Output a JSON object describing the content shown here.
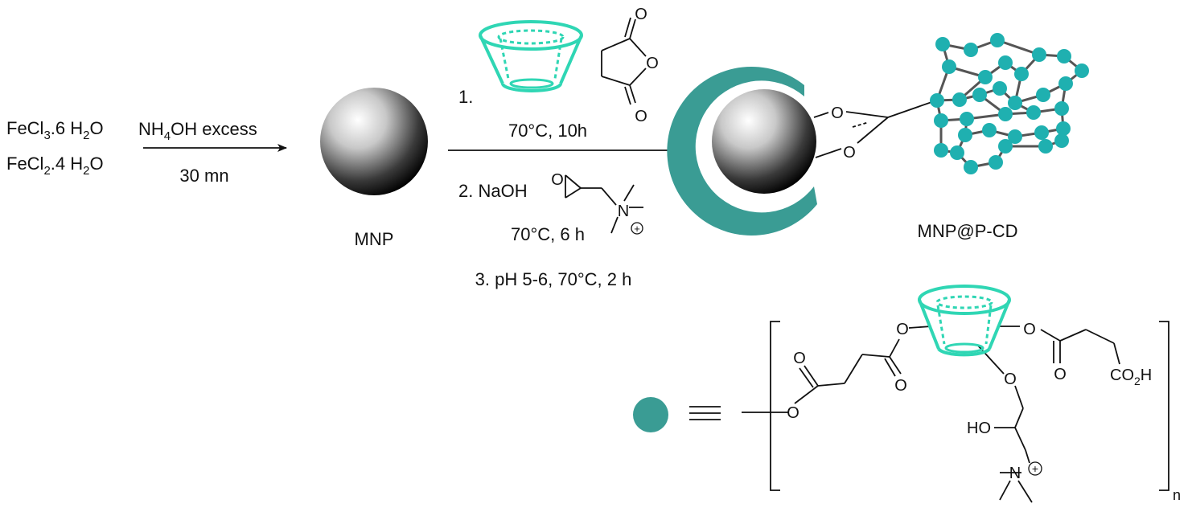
{
  "reactants": {
    "line1": {
      "main": "FeCl",
      "sub1": "3",
      "mid": ".6 H",
      "sub2": "2",
      "end": "O"
    },
    "line2": {
      "main": "FeCl",
      "sub1": "2",
      "mid": ".4 H",
      "sub2": "2",
      "end": "O"
    }
  },
  "step0": {
    "reagent": {
      "main": "NH",
      "sub": "4",
      "end": "OH excess"
    },
    "time": "30 mn"
  },
  "mnp_label": "MNP",
  "steps": {
    "s1_number": "1.",
    "s1_conditions": "70°C, 10h",
    "s2_label": "2. NaOH",
    "s2_conditions": "70°C, 6 h",
    "s3": "3. pH 5-6, 70°C, 2 h"
  },
  "product_label": "MNP@P-CD",
  "atoms": {
    "O": "O",
    "N": "N",
    "plus": "+",
    "HO": "HO",
    "co2h": {
      "main": "CO",
      "sub": "2",
      "end": "H"
    },
    "n": "n"
  },
  "colors": {
    "teal": "#3a9c94",
    "cd_green": "#2fd6b4",
    "node": "#1fb0b0",
    "bond": "#555555"
  }
}
